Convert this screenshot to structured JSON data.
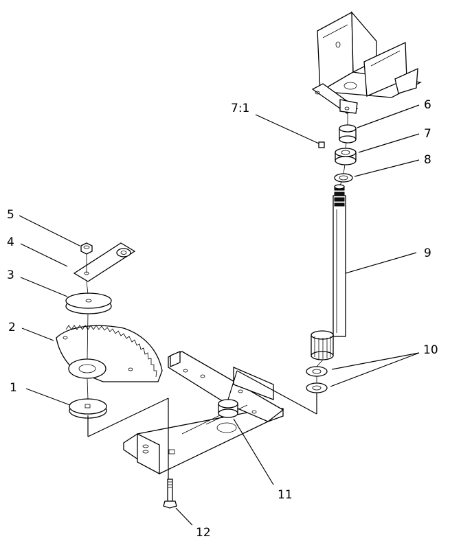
{
  "callouts": [
    {
      "id": "c1",
      "label": "1"
    },
    {
      "id": "c2",
      "label": "2"
    },
    {
      "id": "c3",
      "label": "3"
    },
    {
      "id": "c4",
      "label": "4"
    },
    {
      "id": "c5",
      "label": "5"
    },
    {
      "id": "c6",
      "label": "6"
    },
    {
      "id": "c7",
      "label": "7"
    },
    {
      "id": "c7_1",
      "label": "7:1"
    },
    {
      "id": "c8",
      "label": "8"
    },
    {
      "id": "c9",
      "label": "9"
    },
    {
      "id": "c10",
      "label": "10"
    },
    {
      "id": "c11",
      "label": "11"
    },
    {
      "id": "c12",
      "label": "12"
    }
  ]
}
